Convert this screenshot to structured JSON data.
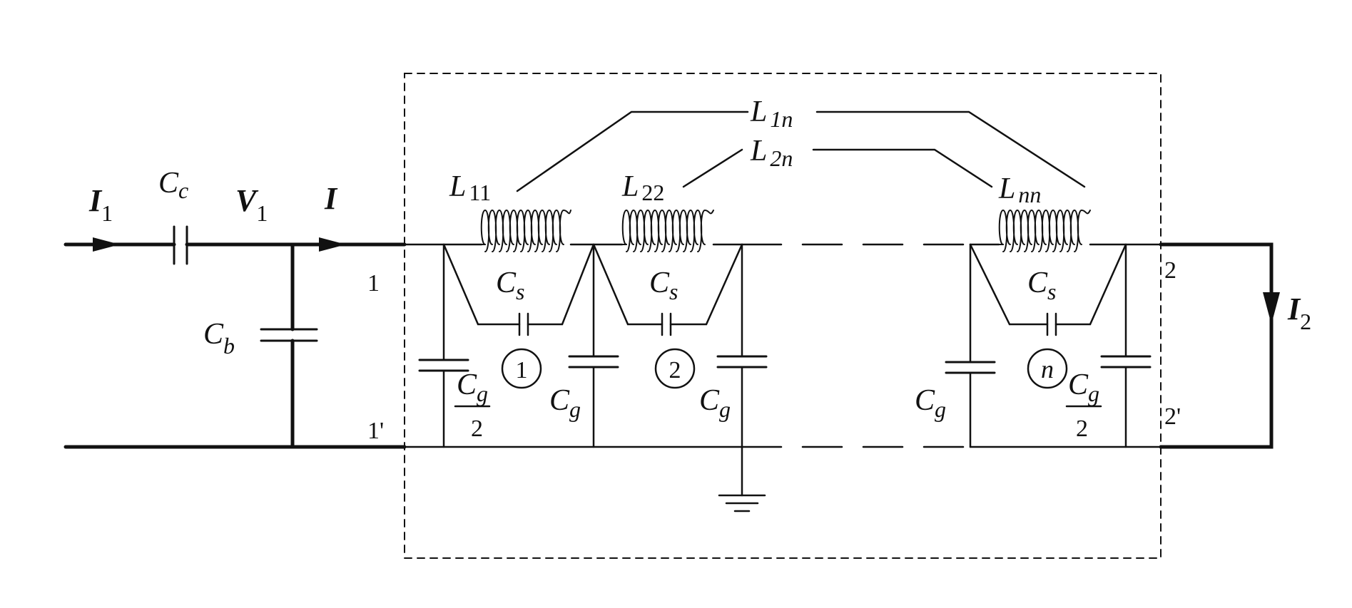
{
  "labels": {
    "I1": {
      "main": "I",
      "sub": "1"
    },
    "Cc": {
      "main": "C",
      "sub": "c"
    },
    "V1": {
      "main": "V",
      "sub": "1"
    },
    "I": {
      "main": "I"
    },
    "Cb": {
      "main": "C",
      "sub": "b"
    },
    "I2": {
      "main": "I",
      "sub": "2"
    },
    "L11": {
      "main": "L",
      "sub": "11"
    },
    "L22": {
      "main": "L",
      "sub": "22"
    },
    "Lnn": {
      "main": "L",
      "sub": "nn"
    },
    "L1n": {
      "main": "L",
      "sub": "1n"
    },
    "L2n": {
      "main": "L",
      "sub": "2n"
    },
    "Cs": {
      "main": "C",
      "sub": "s"
    },
    "Cg": {
      "main": "C",
      "sub": "g"
    },
    "half": "2"
  },
  "nodes": {
    "n1": "1",
    "n1p": "1'",
    "n2": "2",
    "n2p": "2'"
  },
  "sections": [
    "1",
    "2",
    "n"
  ]
}
